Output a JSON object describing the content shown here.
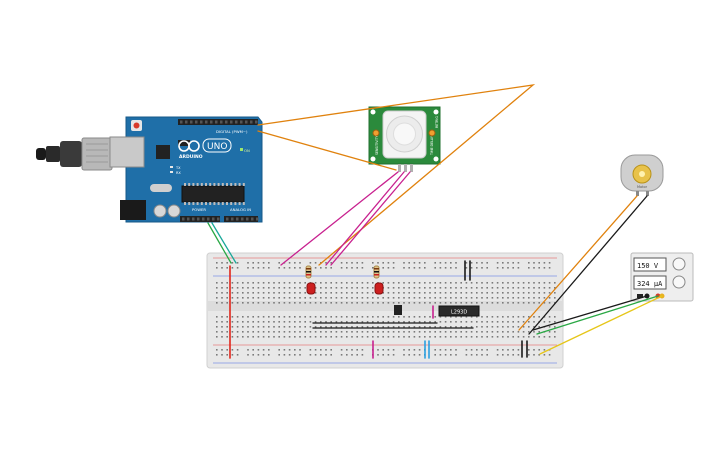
{
  "arduino": {
    "brand": "ARDUINO",
    "model": "UNO",
    "digital_label": "DIGITAL (PWM~)",
    "power_label": "POWER",
    "analog_label": "ANALOG IN",
    "on_label": "ON",
    "tx_label": "TX",
    "rx_label": "RX"
  },
  "pir": {
    "left_label": "SENSITIVITY",
    "right_label": "TIME DELAY",
    "top_label": "RETRIG"
  },
  "ic": {
    "label": "L293D"
  },
  "motor": {
    "label": "Motor"
  },
  "power_supply": {
    "voltage": "150 V",
    "current": "324 µA"
  },
  "colors": {
    "wire_orange": "#e0820e",
    "wire_magenta": "#c8218f",
    "wire_green": "#2aa845",
    "wire_teal": "#1aa89a",
    "wire_black": "#1a1a1a",
    "wire_red": "#e0251b",
    "wire_yellow": "#e6c619",
    "wire_blue": "#2aa0e0",
    "arduino_board": "#1f6fa8",
    "pir_board": "#2b8a3c",
    "breadboard": "#e6e6e6"
  }
}
